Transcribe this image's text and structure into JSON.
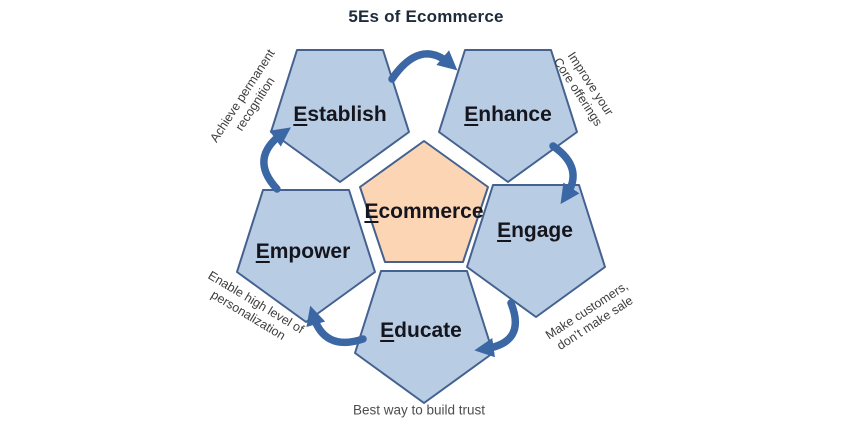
{
  "title": "5Es of Ecommerce",
  "colors": {
    "pentagon_fill": "#b8cce4",
    "pentagon_border": "#44618f",
    "center_fill": "#fcd5b4",
    "center_border": "#44618f",
    "arrow": "#3b67a5",
    "title_color": "#1d2b3a",
    "label_color": "#15151d",
    "annotation_color": "#3d3d3d"
  },
  "center_node": {
    "initial": "E",
    "rest": "commerce"
  },
  "nodes": [
    {
      "id": "establish",
      "initial": "E",
      "rest": "stablish"
    },
    {
      "id": "enhance",
      "initial": "E",
      "rest": "nhance"
    },
    {
      "id": "engage",
      "initial": "E",
      "rest": "ngage"
    },
    {
      "id": "educate",
      "initial": "E",
      "rest": "ducate"
    },
    {
      "id": "empower",
      "initial": "E",
      "rest": "mpower"
    }
  ],
  "annotations": {
    "establish": {
      "line1": "Achieve permanent",
      "line2": "recognition"
    },
    "enhance": {
      "line1": "Improve your",
      "line2": "Core offerings"
    },
    "engage": {
      "line1": "Make customers,",
      "line2": "don’t  make sale"
    },
    "empower": {
      "line1": "Enable high level of",
      "line2": "personalization"
    },
    "educate_caption": "Best way to build trust"
  }
}
